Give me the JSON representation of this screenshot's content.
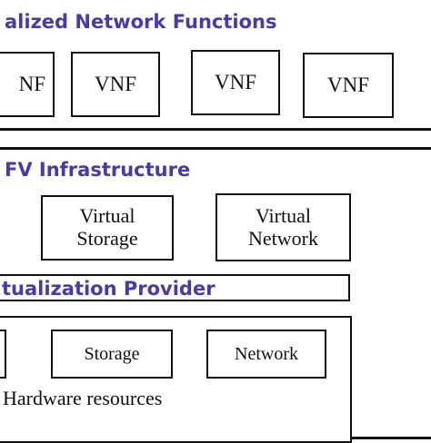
{
  "vnf_section": {
    "title": "alized Network Functions",
    "vnfs": [
      "NF",
      "VNF",
      "VNF",
      "VNF"
    ]
  },
  "nfvi_section": {
    "title": "FV Infrastructure",
    "virtual_storage": "Virtual\nStorage",
    "virtual_network": "Virtual\nNetwork"
  },
  "virtualization_layer": {
    "title": "tualization Provider"
  },
  "hardware": {
    "storage": "Storage",
    "network": "Network",
    "label": "Hardware resources"
  },
  "colors": {
    "title_color": "#4a3aa8",
    "border_color": "#111111"
  }
}
